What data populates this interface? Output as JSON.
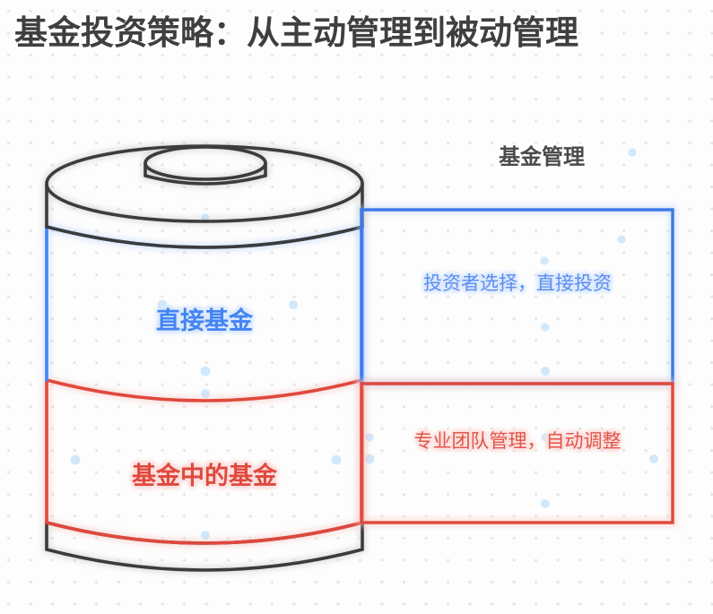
{
  "page": {
    "title": "基金投资策略：从主动管理到被动管理",
    "background": "#fdfdfd",
    "dot_color": "#e6e6e6",
    "accent_dot_color": "#cfe8fb"
  },
  "diagram": {
    "section_header": "基金管理",
    "cylinder": {
      "name": "fund-stack-cylinder",
      "outline_color": "#3c3c3c",
      "segments": [
        {
          "id": "direct-fund",
          "label": "直接基金",
          "color": "#4285f4",
          "glow": "#dbe8fd"
        },
        {
          "id": "fund-of-funds",
          "label": "基金中的基金",
          "color": "#e0483d",
          "glow": "#fbdedc"
        }
      ]
    },
    "boxes": [
      {
        "id": "direct-fund-box",
        "text": "投资者选择，直接投资",
        "color": "#4285f4",
        "text_color": "#5b8ef0"
      },
      {
        "id": "fund-of-funds-box",
        "text": "专业团队管理，自动调整",
        "color": "#e0483d",
        "text_color": "#e2554a"
      }
    ]
  }
}
